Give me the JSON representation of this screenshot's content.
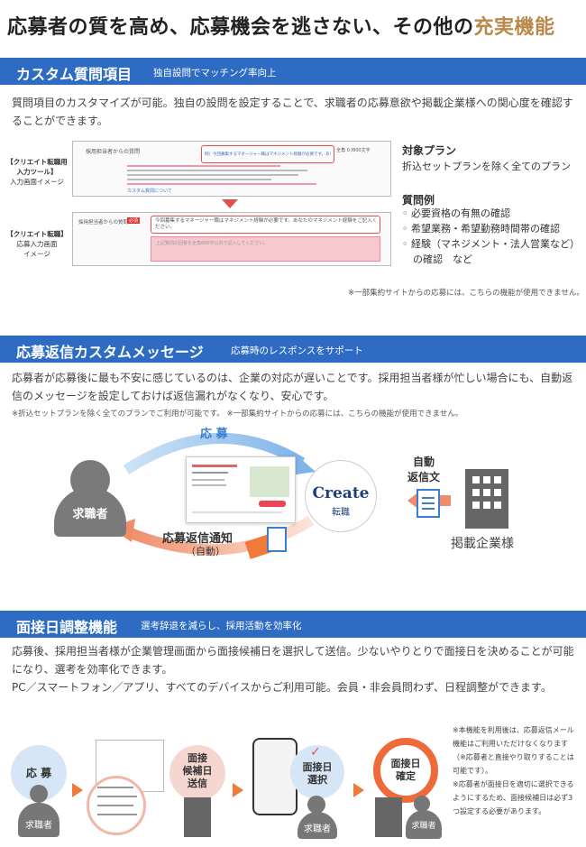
{
  "headline": {
    "main": "応募者の質を高め、応募機会を逃さない、その他の",
    "accent": "充実機能"
  },
  "sec1": {
    "title": "カスタム質問項目",
    "subtitle": "独自設問でマッチング率向上",
    "body": "質問項目のカスタマイズが可能。独自の設問を設定することで、求職者の応募意欲や掲載企業様への関心度を確認することができます。",
    "label1": [
      "【クリエイト転職用",
      "入力ツール】",
      "入力画面イメージ"
    ],
    "label2": [
      "【クリエイト転職】",
      "応募入力画面",
      "イメージ"
    ],
    "shot1_field": "採用担当者からの質問",
    "shot1_q": "例）今回募集するマネージャー職はマネジメント経験が必要です。あなたのマネジメント経験を記入ください。",
    "shot1_counter": "全角 0 /800文字",
    "shot1_link": "カスタム質問について",
    "shot2_field": "採用担当者からの質問",
    "shot2_req": "必須",
    "shot2_q": "今回募集するマネージャー職はマネジメント経験が必要です。あなたのマネジメント経験をご記入ください。",
    "shot2_ph": "上記質問の回答を全角800字以内で記入してください。",
    "plan_title": "対象プラン",
    "plan_text": "折込セットプランを除く全てのプラン",
    "ex_title": "質問例",
    "examples": [
      "必要資格の有無の確認",
      "希望業務・希望勤務時間帯の確認",
      "経験（マネジメント・法人営業など）"
    ],
    "example_tail": "の確認　など",
    "note": "※一部集約サイトからの応募には、こちらの機能が使用できません。"
  },
  "sec2": {
    "title": "応募返信カスタムメッセージ",
    "subtitle": "応募時のレスポンスをサポート",
    "body": "応募者が応募後に最も不安に感じているのは、企業の対応が遅いことです。採用担当者様が忙しい場合にも、自動返信のメッセージを設定しておけば返信漏れがなくなり、安心です。",
    "note": "※折込セットプランを除く全てのプランでご利用が可能です。 ※一部集約サイトからの応募には、こちらの機能が使用できません。",
    "seeker": "求職者",
    "apply": "応 募",
    "auto_reply": [
      "自動",
      "返信文"
    ],
    "notify": "応募返信通知",
    "notify_sub": "（自動）",
    "logo_main": "Create",
    "logo_sub": "転職",
    "company": "掲載企業様"
  },
  "sec3": {
    "title": "面接日調整機能",
    "subtitle": "選考辞退を減らし、採用活動を効率化",
    "body1": "応募後、採用担当者様が企業管理画面から面接候補日を選択して送信。少ないやりとりで面接日を決めることが可能になり、選考を効率化できます。",
    "body2": "PC／スマートフォン／アプリ、すべてのデバイスからご利用可能。会員・非会員問わず、日程調整ができます。",
    "apply": "応 募",
    "seeker": "求職者",
    "send": [
      "面接",
      "候補日",
      "送信"
    ],
    "select": [
      "面接日",
      "選択"
    ],
    "confirm": [
      "面接日",
      "確定"
    ],
    "notes": [
      "※本機能を利用後は、応募返信メール機能はご利用いただけなくなります（※応募者と直接やり取りすることは可能です）。",
      "※応募者が面接日を適切に選択できるようにするため、面接候補日は必ず3つ設定する必要があります。"
    ]
  }
}
